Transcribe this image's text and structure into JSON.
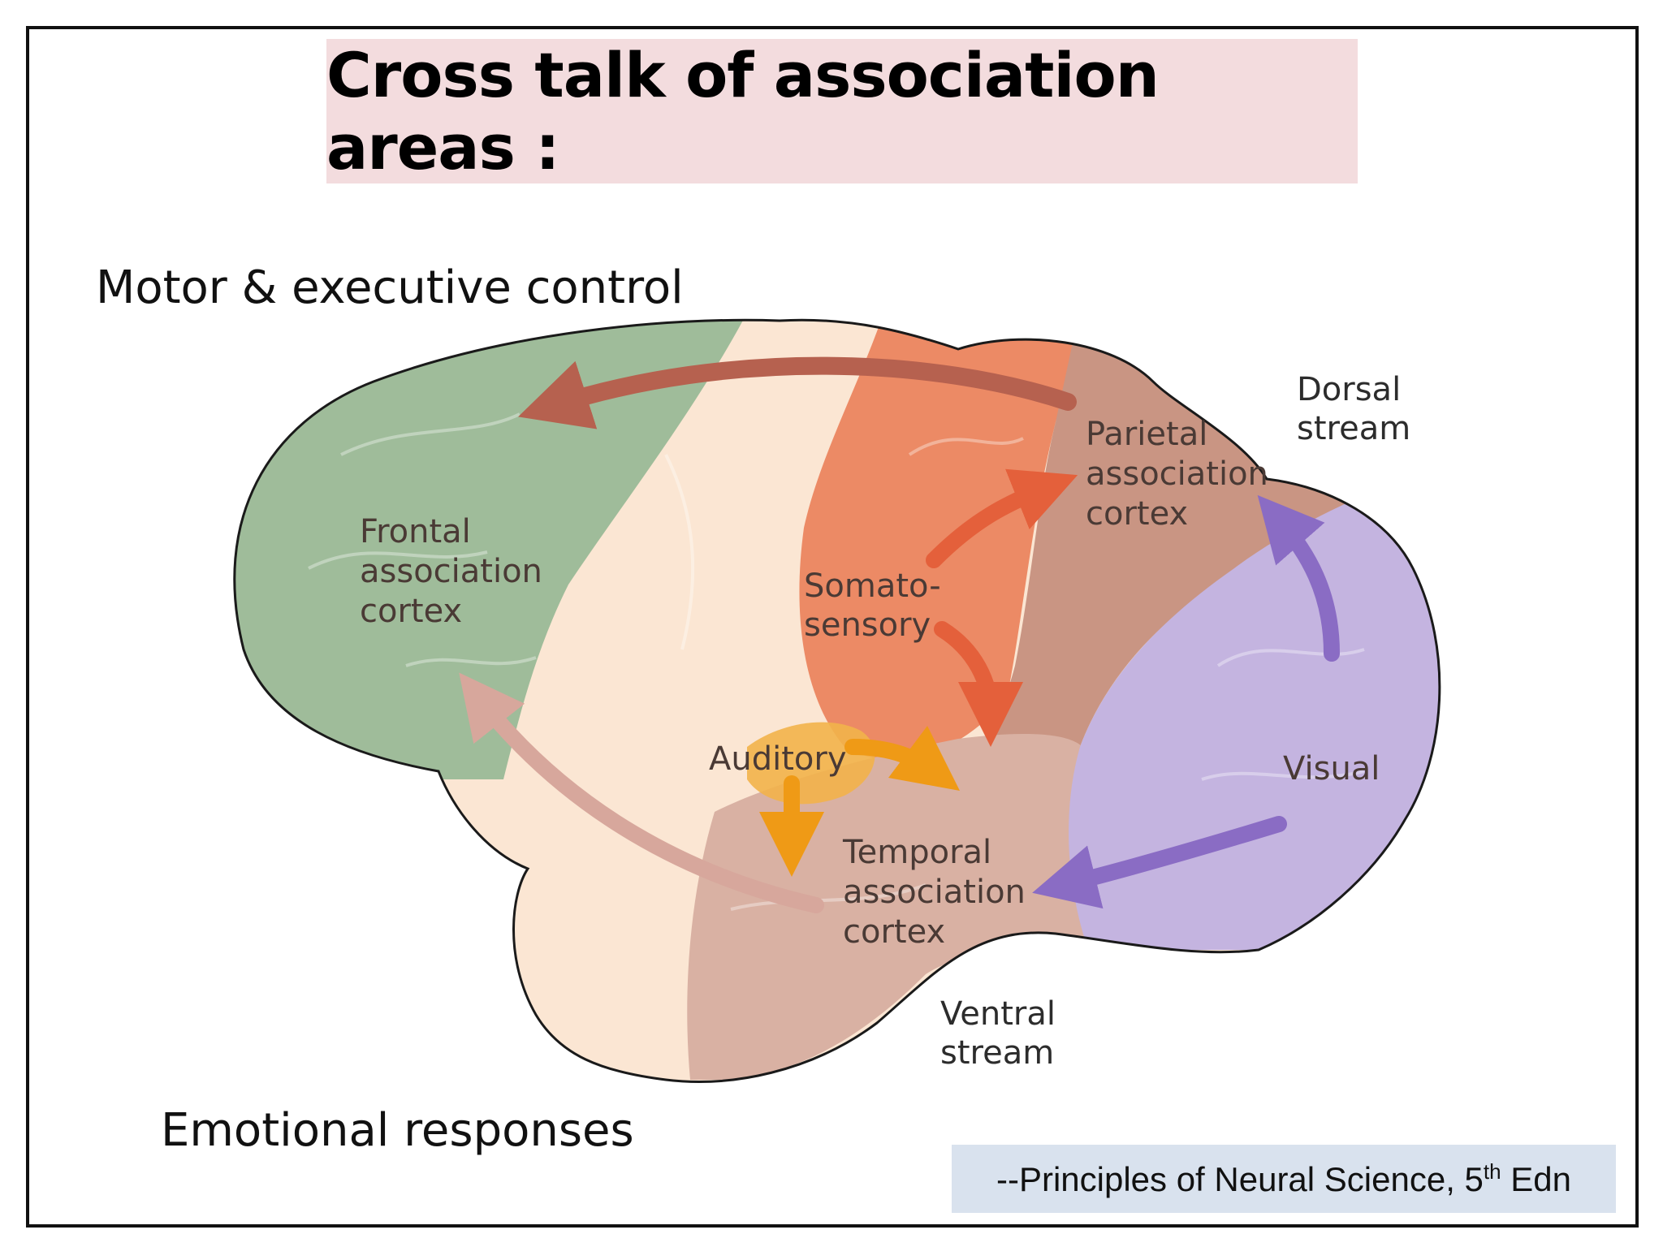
{
  "slide": {
    "title": "Cross talk of association areas :",
    "left_labels": {
      "motor": "Motor & executive control",
      "emotion": "Emotional responses"
    },
    "citation": {
      "prefix": "--Principles of Neural Science, 5",
      "superscript": "th",
      "suffix": " Edn"
    }
  },
  "diagram": {
    "regions": {
      "frontal": {
        "lines": [
          "Frontal",
          "association",
          "cortex"
        ],
        "color": "#9fbc9a"
      },
      "somatosensory": {
        "lines": [
          "Somato-",
          "sensory"
        ],
        "color": "#ec8a65"
      },
      "parietal": {
        "lines": [
          "Parietal",
          "association",
          "cortex"
        ],
        "color": "#c99583"
      },
      "auditory": {
        "lines": [
          "Auditory"
        ],
        "color": "#f2b24a"
      },
      "temporal": {
        "lines": [
          "Temporal",
          "association",
          "cortex"
        ],
        "color": "#d9b1a3"
      },
      "visual": {
        "lines": [
          "Visual"
        ],
        "color": "#c4b4e0"
      }
    },
    "streams": {
      "dorsal": {
        "lines": [
          "Dorsal",
          "stream"
        ]
      },
      "ventral": {
        "lines": [
          "Ventral",
          "stream"
        ]
      }
    },
    "arrow_colors": {
      "parietal_to_frontal": "#b6614f",
      "temporal_to_frontal": "#d7a79c",
      "somato": "#e4603b",
      "auditory": "#ef9a16",
      "visual": "#8a6cc4"
    }
  }
}
